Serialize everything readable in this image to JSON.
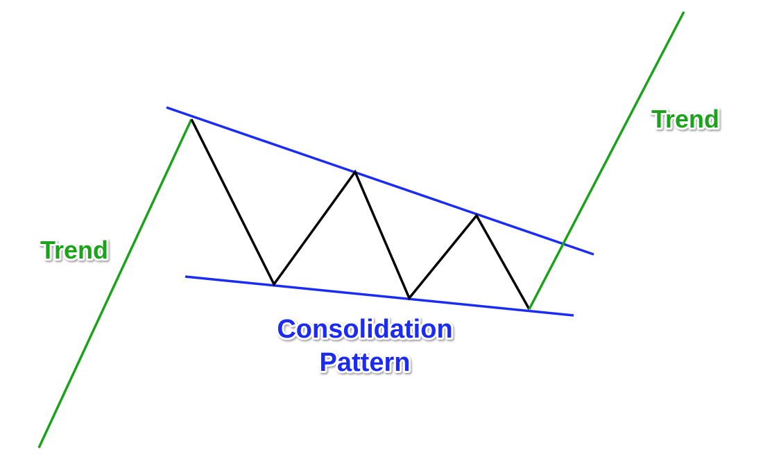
{
  "labels": {
    "trend_left": "Trend",
    "trend_right": "Trend",
    "consolidation_line1": "Consolidation",
    "consolidation_line2": "Pattern"
  },
  "colors": {
    "trend": "#1aa31a",
    "boundary": "#1a2cf5",
    "price": "#000000",
    "label_outline": "#ffffff"
  }
}
